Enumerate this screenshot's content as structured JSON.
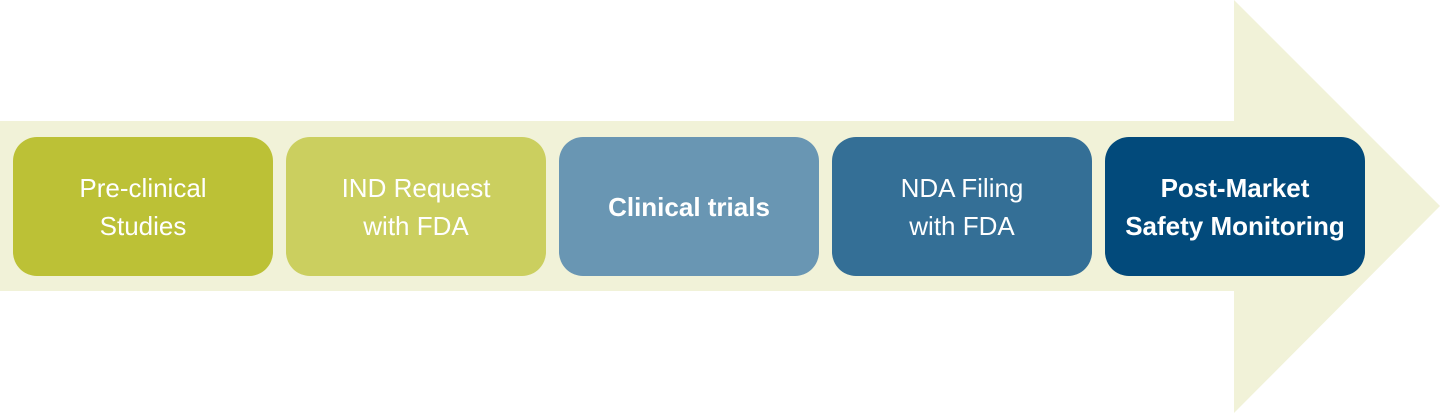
{
  "diagram": {
    "steps": [
      {
        "lines": [
          "Pre-clinical",
          "Studies"
        ],
        "color": "#bcc136",
        "bold": false
      },
      {
        "lines": [
          "IND Request",
          "with FDA"
        ],
        "color": "#cbcf5f",
        "bold": false
      },
      {
        "lines": [
          "Clinical trials"
        ],
        "color": "#6996b3",
        "bold": true
      },
      {
        "lines": [
          "NDA Filing",
          "with FDA"
        ],
        "color": "#346f96",
        "bold": false
      },
      {
        "lines": [
          "Post-Market",
          "Safety Monitoring"
        ],
        "color": "#024a7b",
        "bold": true
      }
    ],
    "arrow_color": "#f1f2d8"
  }
}
